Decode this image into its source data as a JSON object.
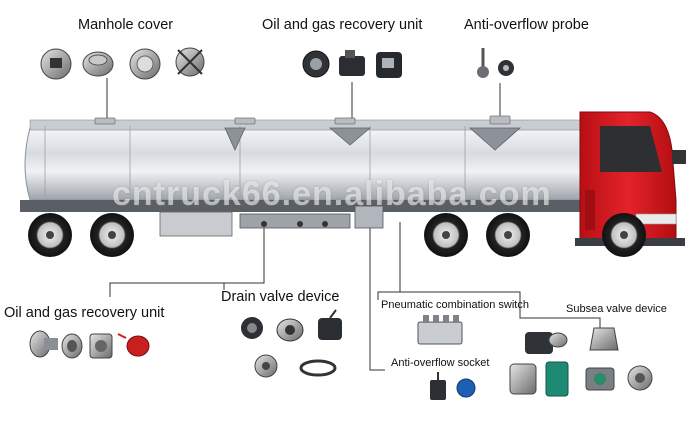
{
  "labels": {
    "manhole_cover": "Manhole cover",
    "oil_gas_top": "Oil and gas recovery unit",
    "anti_overflow_probe": "Anti-overflow probe",
    "oil_gas_bottom": "Oil and gas recovery unit",
    "drain_valve": "Drain valve device",
    "pneumatic_switch": "Pneumatic combination switch",
    "subsea_valve": "Subsea valve device",
    "anti_overflow_socket": "Anti-overflow socket"
  },
  "watermark": "cntruck66.en.alibaba.com",
  "colors": {
    "cab_red": "#d8161d",
    "tank_silver": "#d9dde2",
    "line": "#333333"
  },
  "icons": {
    "manhole": [
      "manhole-cover-icon-1",
      "manhole-cover-icon-2",
      "manhole-cover-icon-3",
      "manhole-cover-icon-4"
    ],
    "recovery_top": [
      "recovery-valve-icon-1",
      "recovery-valve-icon-2",
      "recovery-valve-icon-3"
    ],
    "probe": [
      "probe-icon-1",
      "probe-icon-2"
    ]
  }
}
